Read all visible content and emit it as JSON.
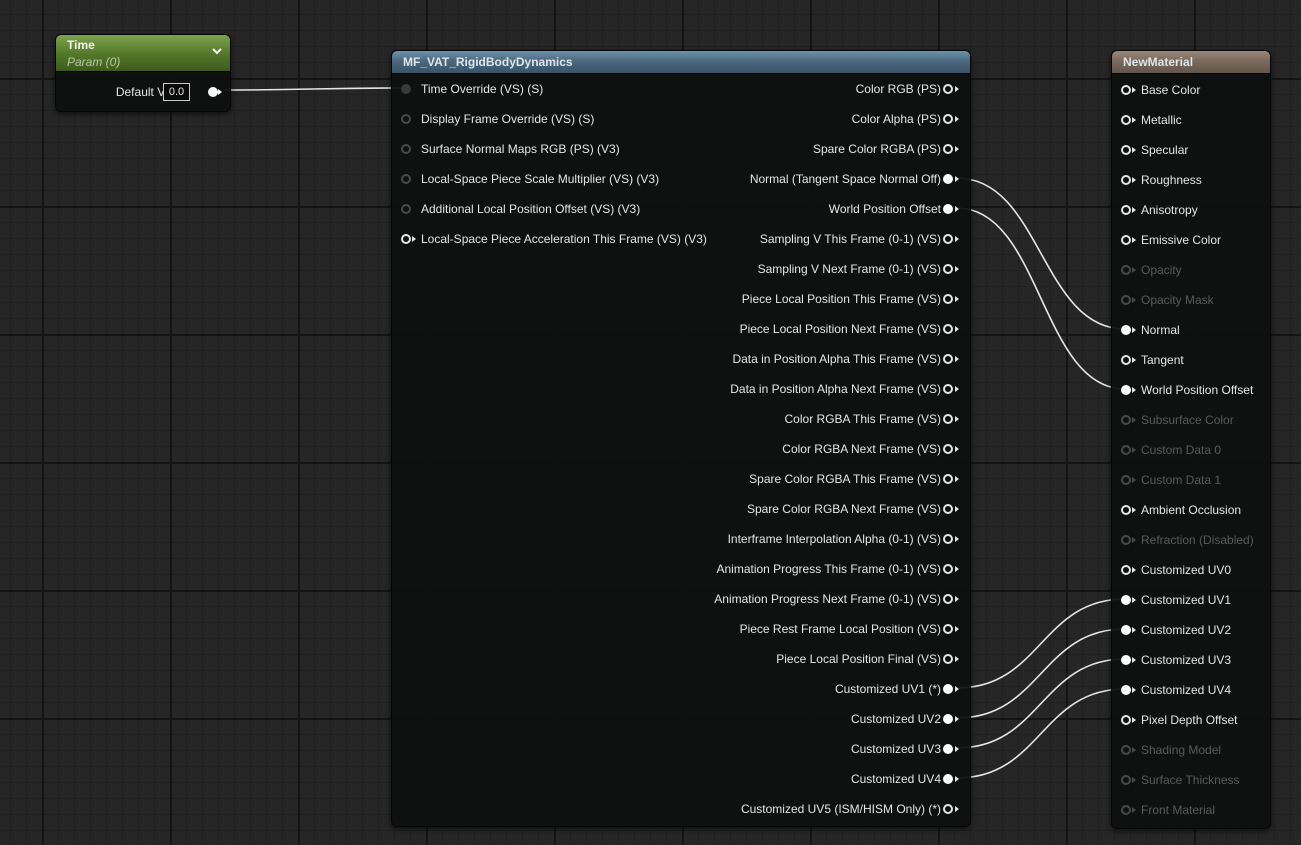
{
  "time_node": {
    "title": "Time",
    "subtitle": "Param (0)",
    "collapse_icon": "chevron-down-icon",
    "default_label": "Default Value",
    "default_value": "0.0",
    "header_color": "#557a2a"
  },
  "function_node": {
    "title": "MF_VAT_RigidBodyDynamics",
    "header_color": "#4a6880",
    "inputs": [
      {
        "label": "Time Override (VS) (S)",
        "connected": true,
        "dim": true
      },
      {
        "label": "Display Frame Override (VS) (S)",
        "connected": false,
        "dim": true
      },
      {
        "label": "Surface Normal Maps RGB (PS) (V3)",
        "connected": false,
        "dim": true
      },
      {
        "label": "Local-Space Piece Scale Multiplier (VS) (V3)",
        "connected": false,
        "dim": true
      },
      {
        "label": "Additional Local Position Offset (VS) (V3)",
        "connected": false,
        "dim": true
      },
      {
        "label": "Local-Space Piece Acceleration This Frame (VS) (V3)",
        "connected": false,
        "dim": false
      }
    ],
    "outputs": [
      {
        "label": "Color RGB (PS)",
        "connected": false
      },
      {
        "label": "Color Alpha (PS)",
        "connected": false
      },
      {
        "label": "Spare Color RGBA (PS)",
        "connected": false
      },
      {
        "label": "Normal (Tangent Space Normal Off)",
        "connected": true
      },
      {
        "label": "World Position Offset",
        "connected": true
      },
      {
        "label": "Sampling V This Frame (0-1) (VS)",
        "connected": false
      },
      {
        "label": "Sampling V Next Frame (0-1) (VS)",
        "connected": false
      },
      {
        "label": "Piece Local Position This Frame (VS)",
        "connected": false
      },
      {
        "label": "Piece Local Position Next Frame (VS)",
        "connected": false
      },
      {
        "label": "Data in Position Alpha This Frame (VS)",
        "connected": false
      },
      {
        "label": "Data in Position Alpha Next Frame (VS)",
        "connected": false
      },
      {
        "label": "Color RGBA This Frame (VS)",
        "connected": false
      },
      {
        "label": "Color RGBA Next Frame (VS)",
        "connected": false
      },
      {
        "label": "Spare Color RGBA This Frame (VS)",
        "connected": false
      },
      {
        "label": "Spare Color RGBA Next Frame (VS)",
        "connected": false
      },
      {
        "label": "Interframe Interpolation Alpha (0-1) (VS)",
        "connected": false
      },
      {
        "label": "Animation Progress This Frame (0-1) (VS)",
        "connected": false
      },
      {
        "label": "Animation Progress Next Frame (0-1) (VS)",
        "connected": false
      },
      {
        "label": "Piece Rest Frame Local Position (VS)",
        "connected": false
      },
      {
        "label": "Piece Local Position Final (VS)",
        "connected": false
      },
      {
        "label": "Customized UV1 (*)",
        "connected": true
      },
      {
        "label": "Customized UV2",
        "connected": true
      },
      {
        "label": "Customized UV3",
        "connected": true
      },
      {
        "label": "Customized UV4",
        "connected": true
      },
      {
        "label": "Customized UV5 (ISM/HISM Only) (*)",
        "connected": false
      }
    ]
  },
  "material_node": {
    "title": "NewMaterial",
    "header_color": "#7b6a5e",
    "inputs": [
      {
        "label": "Base Color",
        "connected": false,
        "disabled": false
      },
      {
        "label": "Metallic",
        "connected": false,
        "disabled": false
      },
      {
        "label": "Specular",
        "connected": false,
        "disabled": false
      },
      {
        "label": "Roughness",
        "connected": false,
        "disabled": false
      },
      {
        "label": "Anisotropy",
        "connected": false,
        "disabled": false
      },
      {
        "label": "Emissive Color",
        "connected": false,
        "disabled": false
      },
      {
        "label": "Opacity",
        "connected": false,
        "disabled": true
      },
      {
        "label": "Opacity Mask",
        "connected": false,
        "disabled": true
      },
      {
        "label": "Normal",
        "connected": true,
        "disabled": false
      },
      {
        "label": "Tangent",
        "connected": false,
        "disabled": false
      },
      {
        "label": "World Position Offset",
        "connected": true,
        "disabled": false
      },
      {
        "label": "Subsurface Color",
        "connected": false,
        "disabled": true
      },
      {
        "label": "Custom Data 0",
        "connected": false,
        "disabled": true
      },
      {
        "label": "Custom Data 1",
        "connected": false,
        "disabled": true
      },
      {
        "label": "Ambient Occlusion",
        "connected": false,
        "disabled": false
      },
      {
        "label": "Refraction (Disabled)",
        "connected": false,
        "disabled": true
      },
      {
        "label": "Customized UV0",
        "connected": false,
        "disabled": false
      },
      {
        "label": "Customized UV1",
        "connected": true,
        "disabled": false
      },
      {
        "label": "Customized UV2",
        "connected": true,
        "disabled": false
      },
      {
        "label": "Customized UV3",
        "connected": true,
        "disabled": false
      },
      {
        "label": "Customized UV4",
        "connected": true,
        "disabled": false
      },
      {
        "label": "Pixel Depth Offset",
        "connected": false,
        "disabled": false
      },
      {
        "label": "Shading Model",
        "connected": false,
        "disabled": true
      },
      {
        "label": "Surface Thickness",
        "connected": false,
        "disabled": true
      },
      {
        "label": "Front Material",
        "connected": false,
        "disabled": true
      }
    ]
  },
  "wire_color": "#e6e6e6"
}
